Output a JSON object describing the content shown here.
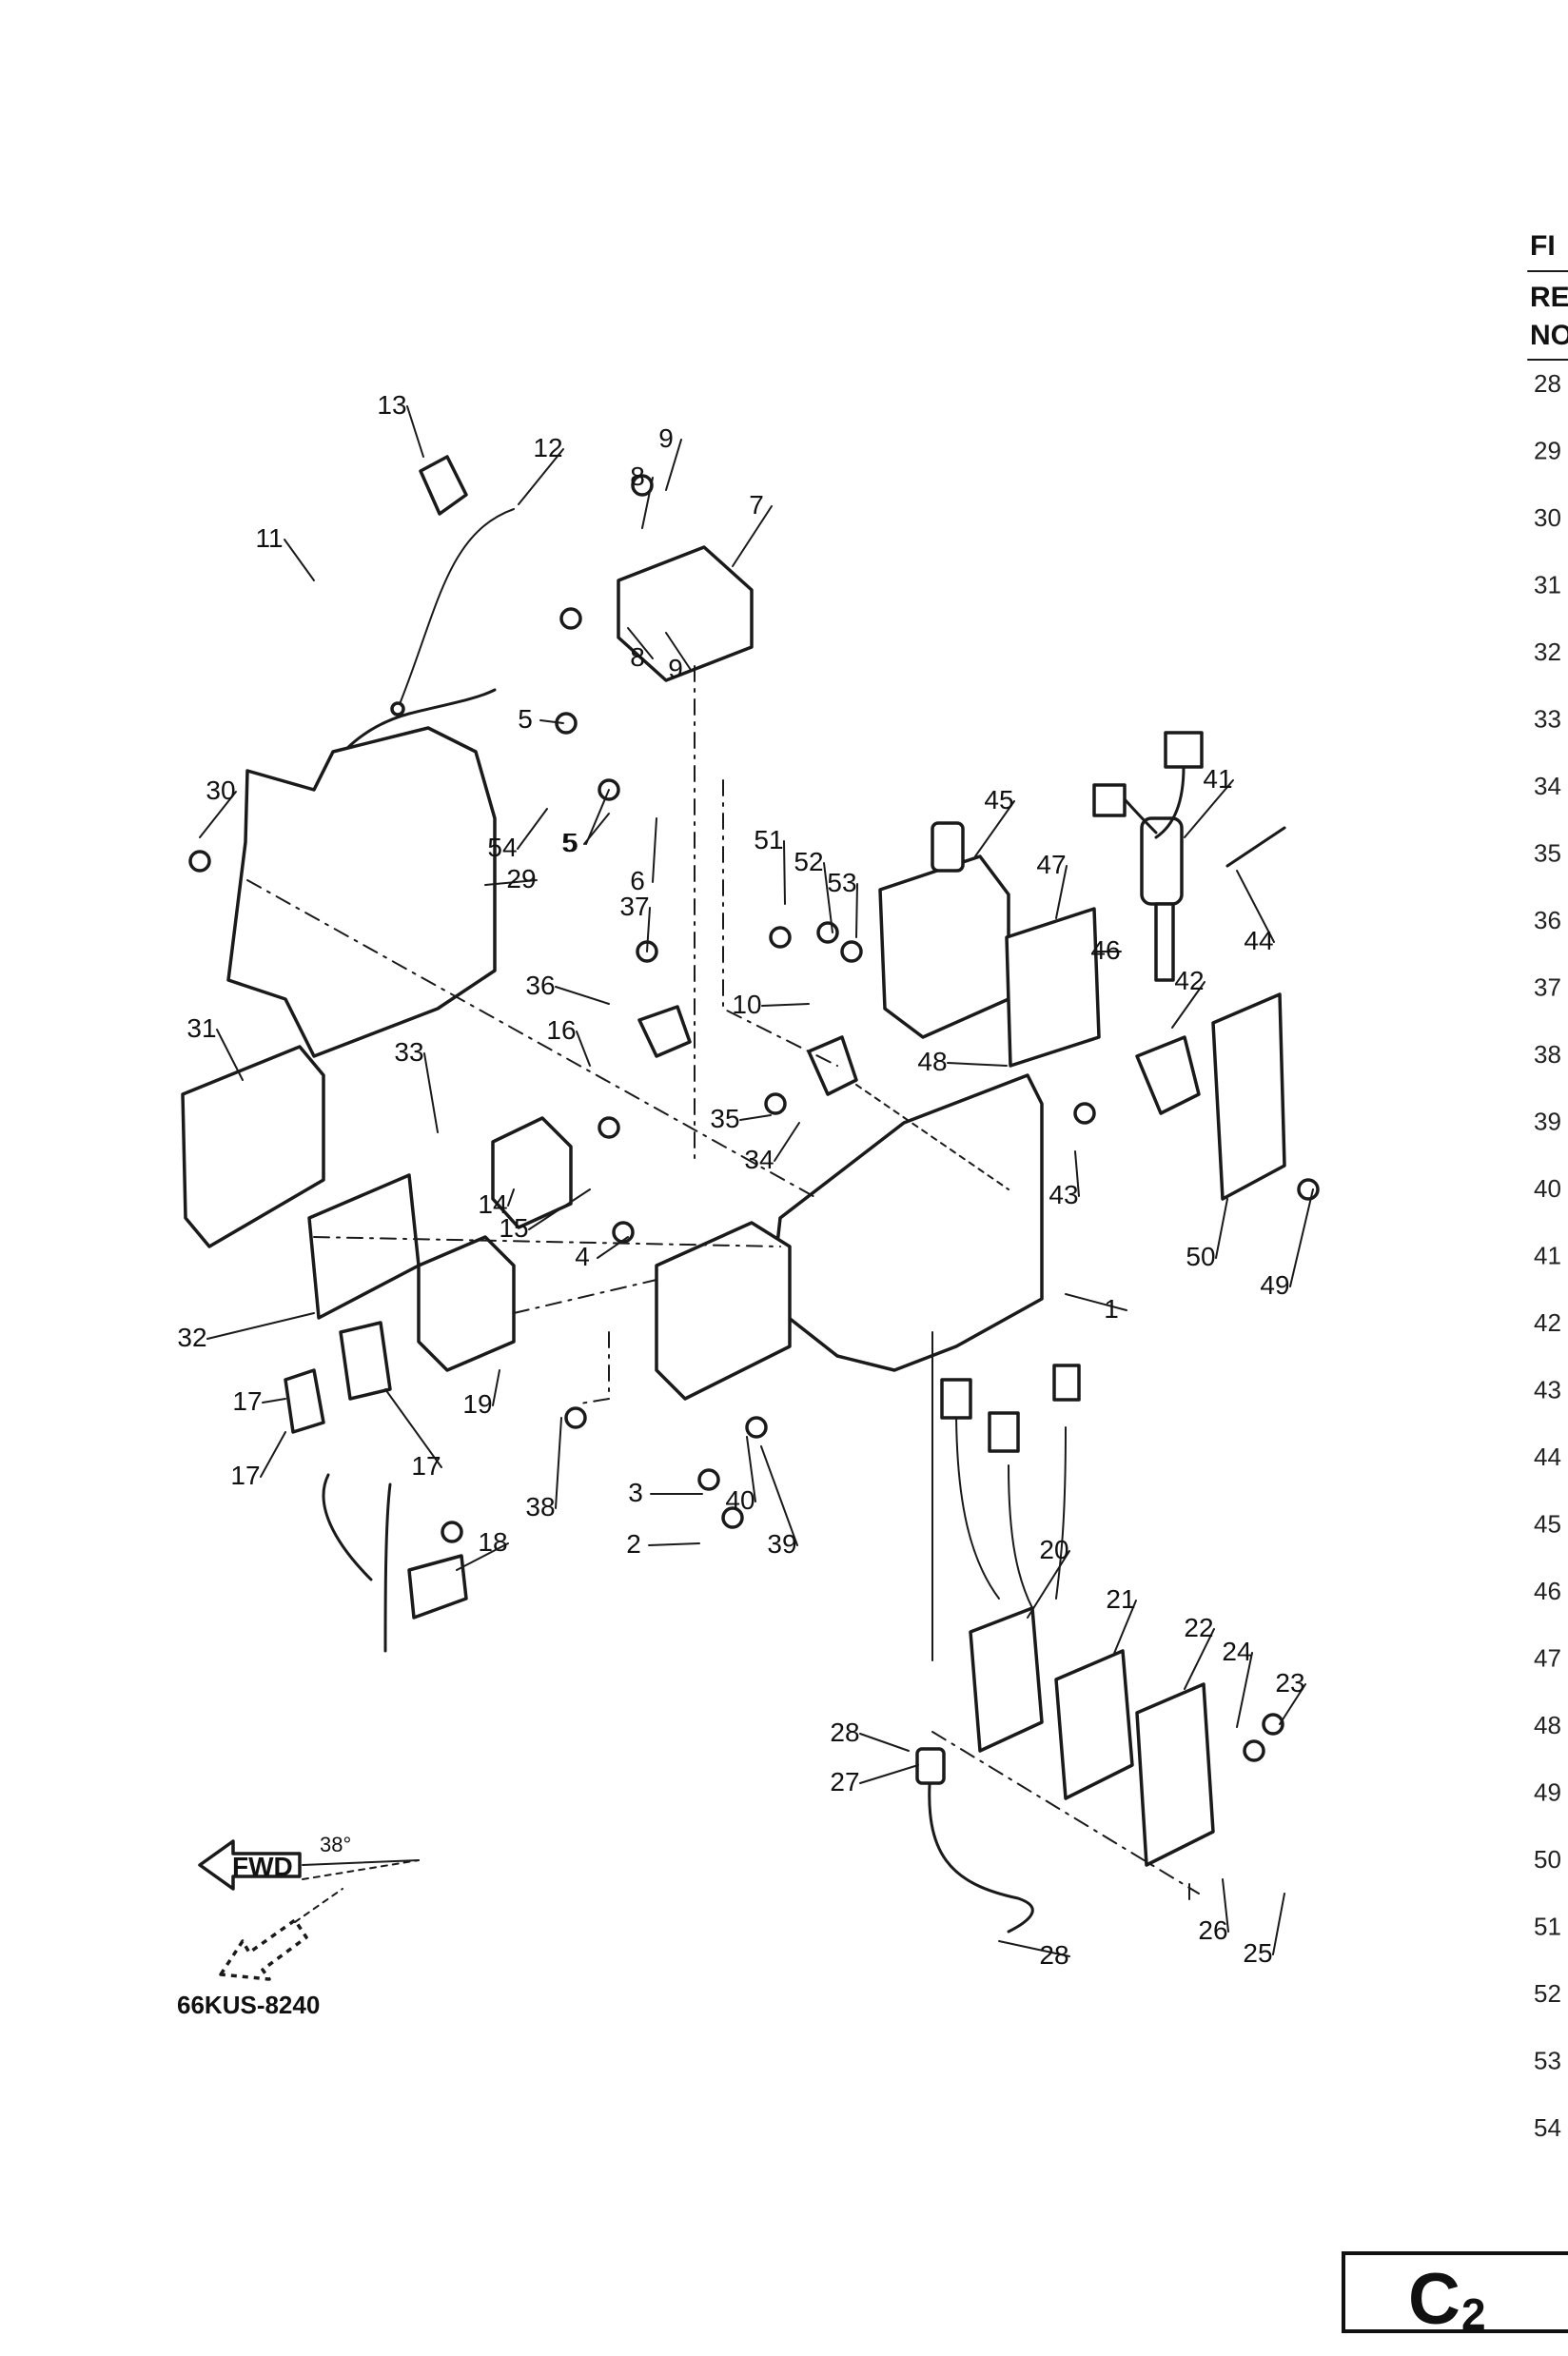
{
  "diagram": {
    "code": "66KUS-8240",
    "fwd_label": "FWD",
    "angle_label": "38°",
    "part_numbers": [
      "1",
      "2",
      "3",
      "4",
      "5",
      "5",
      "5",
      "6",
      "7",
      "8",
      "8",
      "9",
      "9",
      "10",
      "11",
      "12",
      "13",
      "14",
      "15",
      "16",
      "17",
      "17",
      "17",
      "18",
      "19",
      "20",
      "21",
      "22",
      "23",
      "24",
      "25",
      "26",
      "27",
      "28",
      "28",
      "29",
      "30",
      "31",
      "32",
      "33",
      "34",
      "35",
      "36",
      "37",
      "38",
      "39",
      "40",
      "41",
      "42",
      "43",
      "44",
      "45",
      "46",
      "47",
      "48",
      "49",
      "50",
      "51",
      "52",
      "53",
      "54"
    ]
  },
  "side_table": {
    "header_line1": "FI",
    "header_line2a": "RE",
    "header_line2b": "NO",
    "rows": [
      "28",
      "29",
      "30",
      "31",
      "32",
      "33",
      "34",
      "35",
      "36",
      "37",
      "38",
      "39",
      "40",
      "41",
      "42",
      "43",
      "44",
      "45",
      "46",
      "47",
      "48",
      "49",
      "50",
      "51",
      "52",
      "53",
      "54"
    ]
  },
  "page_tab": {
    "letter": "C",
    "number": "2"
  }
}
